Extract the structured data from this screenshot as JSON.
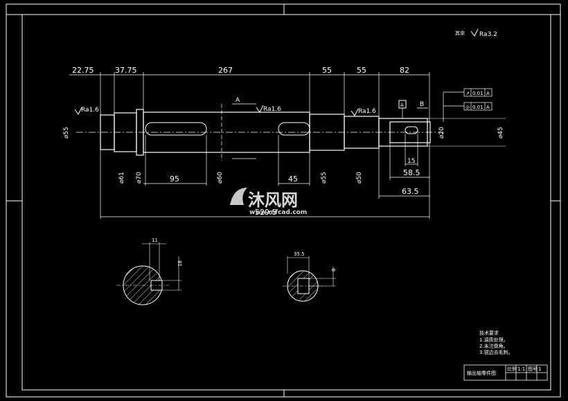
{
  "surface_finish": {
    "general_prefix": "其余",
    "general": "Ra3.2",
    "left_journal": "Ra1.6",
    "center": "Ra1.6",
    "right_journal": "Ra1.6"
  },
  "dimensions": {
    "top": [
      "22.75",
      "37.75",
      "267",
      "55",
      "55",
      "82"
    ],
    "overall_length": "529.5",
    "keyway_left_length": "95",
    "keyway_right_length": "45",
    "right_15": "15",
    "right_58_5": "58.5",
    "right_63_5": "63.5",
    "section1_width": "11",
    "section1_depth": "18",
    "section2_width": "35.5",
    "section2_depth": "8"
  },
  "diameters": {
    "left_end": "⌀55",
    "d61": "⌀61",
    "d70": "⌀70",
    "d60": "⌀60",
    "d55b": "⌀55",
    "d50": "⌀50",
    "d20": "⌀20",
    "d45": "⌀45"
  },
  "section_marks": {
    "a": "A",
    "b": "B"
  },
  "tolerance_frames": [
    {
      "symbol": "↗",
      "value": "0.01",
      "datum": "A"
    },
    {
      "symbol": "◎",
      "value": "0.01",
      "datum": "A"
    }
  ],
  "datum_label": "A",
  "notes": {
    "title": "技术要求",
    "items": [
      "1.调质处理。",
      "2.未注倒角。",
      "3.锐边去毛刺。"
    ]
  },
  "title_block": {
    "name": "输出轴零件图",
    "c1": "比例",
    "c2": "1:1",
    "c3": "图号",
    "c4": "1"
  },
  "watermark": {
    "brand": "沐风网",
    "url": "www.mfcad.com"
  }
}
